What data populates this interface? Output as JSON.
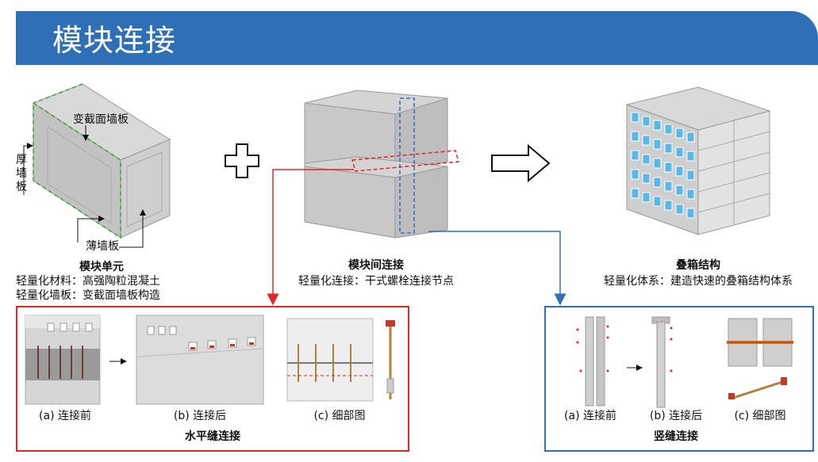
{
  "title": "模块连接",
  "module_unit": {
    "annotation_top": "变截面墙板",
    "annotation_side": "厚墙板",
    "annotation_bottom": "薄墙板",
    "heading": "模块单元",
    "line1": "轻量化材料：高强陶粒混凝土",
    "line2": "轻量化墙板：变截面墙板构造"
  },
  "inter_module": {
    "heading": "模块间连接",
    "line1": "轻量化连接：干式螺栓连接节点"
  },
  "stacked": {
    "heading": "叠箱结构",
    "line1": "轻量化体系：建造快速的叠箱结构体系"
  },
  "horizontal": {
    "cap_a": "(a) 连接前",
    "cap_b": "(b) 连接后",
    "cap_c": "(c) 细部图",
    "title": "水平缝连接"
  },
  "vertical": {
    "cap_a": "(a) 连接前",
    "cap_b": "(b) 连接后",
    "cap_c": "(c) 细部图",
    "title": "竖缝连接"
  },
  "colors": {
    "banner": "#2f6fb5",
    "red": "#e2262a",
    "blue": "#2f6fb5",
    "concrete": "#c9c9c9"
  }
}
